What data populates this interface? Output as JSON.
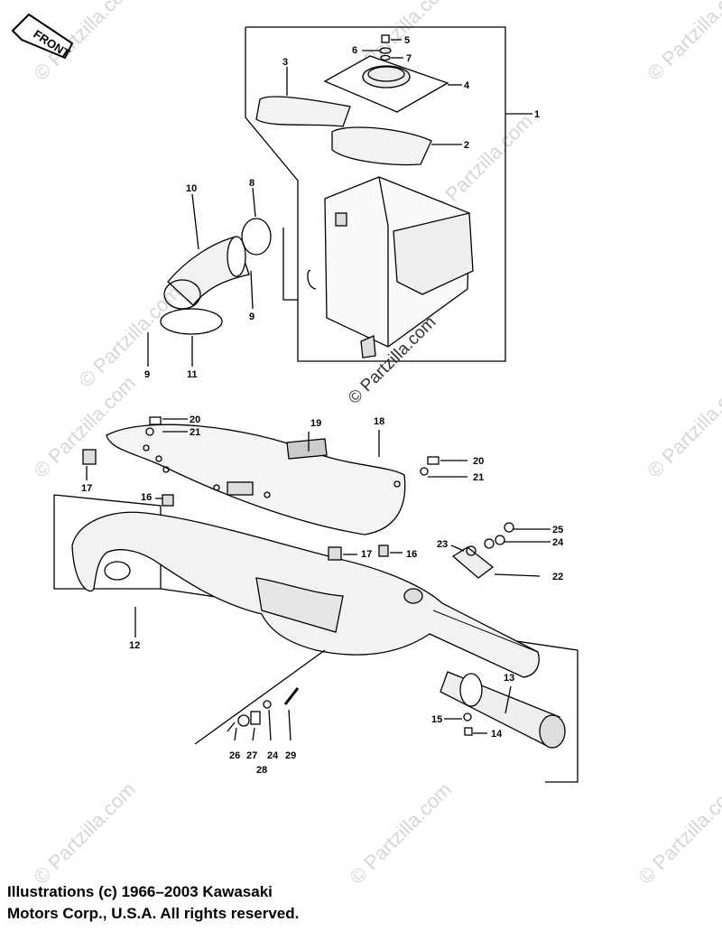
{
  "watermark": "© Partzilla.com",
  "front_label": "FRONT",
  "callouts": [
    "1",
    "2",
    "3",
    "4",
    "5",
    "6",
    "7",
    "8",
    "9",
    "9",
    "10",
    "11",
    "12",
    "13",
    "14",
    "15",
    "16",
    "16",
    "17",
    "17",
    "18",
    "19",
    "20",
    "20",
    "21",
    "21",
    "22",
    "23",
    "24",
    "24",
    "25",
    "26",
    "27",
    "28",
    "29"
  ],
  "copyright_line1": "Illustrations (c) 1966–2003 Kawasaki",
  "copyright_line2": "Motors Corp., U.S.A.  All rights reserved.",
  "colors": {
    "line": "#000000",
    "part_fill": "#f2f2f2",
    "shade": "#cfcfcf",
    "watermark": "#d6d6d6"
  }
}
